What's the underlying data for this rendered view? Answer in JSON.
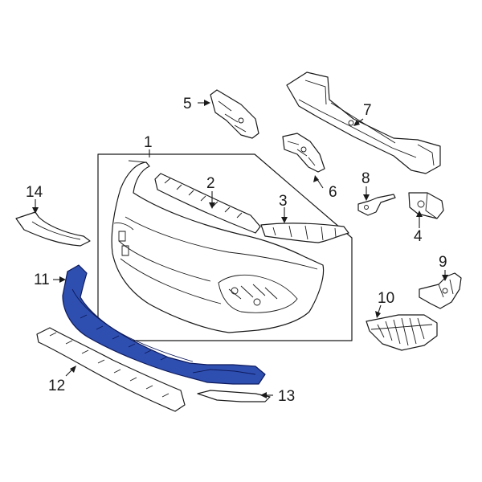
{
  "callouts": {
    "c1": "1",
    "c2": "2",
    "c3": "3",
    "c4": "4",
    "c5": "5",
    "c6": "6",
    "c7": "7",
    "c8": "8",
    "c9": "9",
    "c10": "10",
    "c11": "11",
    "c12": "12",
    "c13": "13",
    "c14": "14"
  },
  "colors": {
    "highlight_part": "#2f4fb0",
    "line_art": "#1a1a1a"
  }
}
